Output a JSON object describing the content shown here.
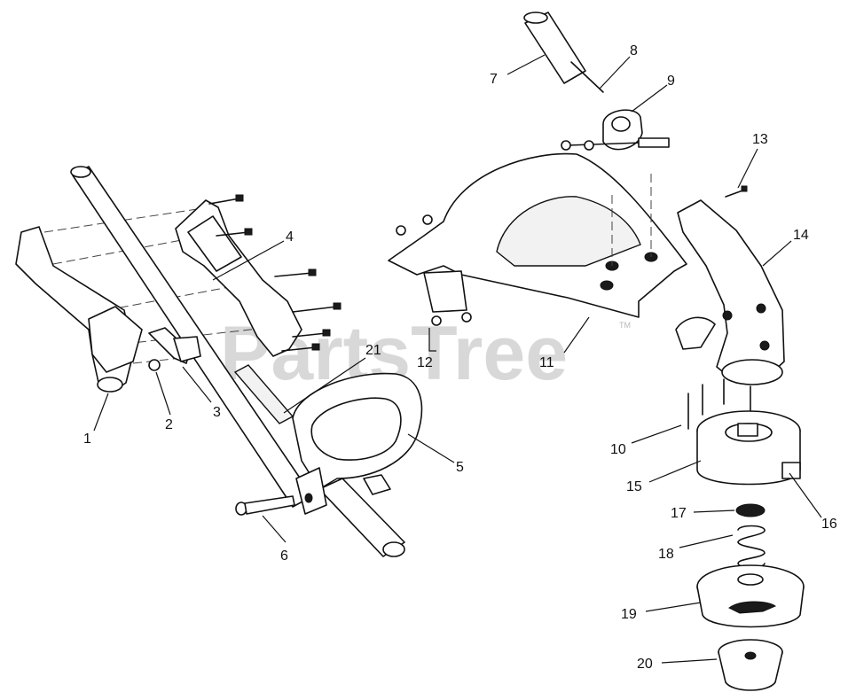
{
  "watermark": {
    "text": "PartsTree",
    "trademark": "TM"
  },
  "callouts": [
    {
      "id": "c1",
      "label": "1"
    },
    {
      "id": "c2",
      "label": "2"
    },
    {
      "id": "c3",
      "label": "3"
    },
    {
      "id": "c4",
      "label": "4"
    },
    {
      "id": "c5",
      "label": "5"
    },
    {
      "id": "c6",
      "label": "6"
    },
    {
      "id": "c7",
      "label": "7"
    },
    {
      "id": "c8",
      "label": "8"
    },
    {
      "id": "c9",
      "label": "9"
    },
    {
      "id": "c10",
      "label": "10"
    },
    {
      "id": "c11",
      "label": "11"
    },
    {
      "id": "c12",
      "label": "12"
    },
    {
      "id": "c13",
      "label": "13"
    },
    {
      "id": "c14",
      "label": "14"
    },
    {
      "id": "c15",
      "label": "15"
    },
    {
      "id": "c16",
      "label": "16"
    },
    {
      "id": "c17",
      "label": "17"
    },
    {
      "id": "c18",
      "label": "18"
    },
    {
      "id": "c19",
      "label": "19"
    },
    {
      "id": "c20",
      "label": "20"
    },
    {
      "id": "c21",
      "label": "21"
    }
  ]
}
